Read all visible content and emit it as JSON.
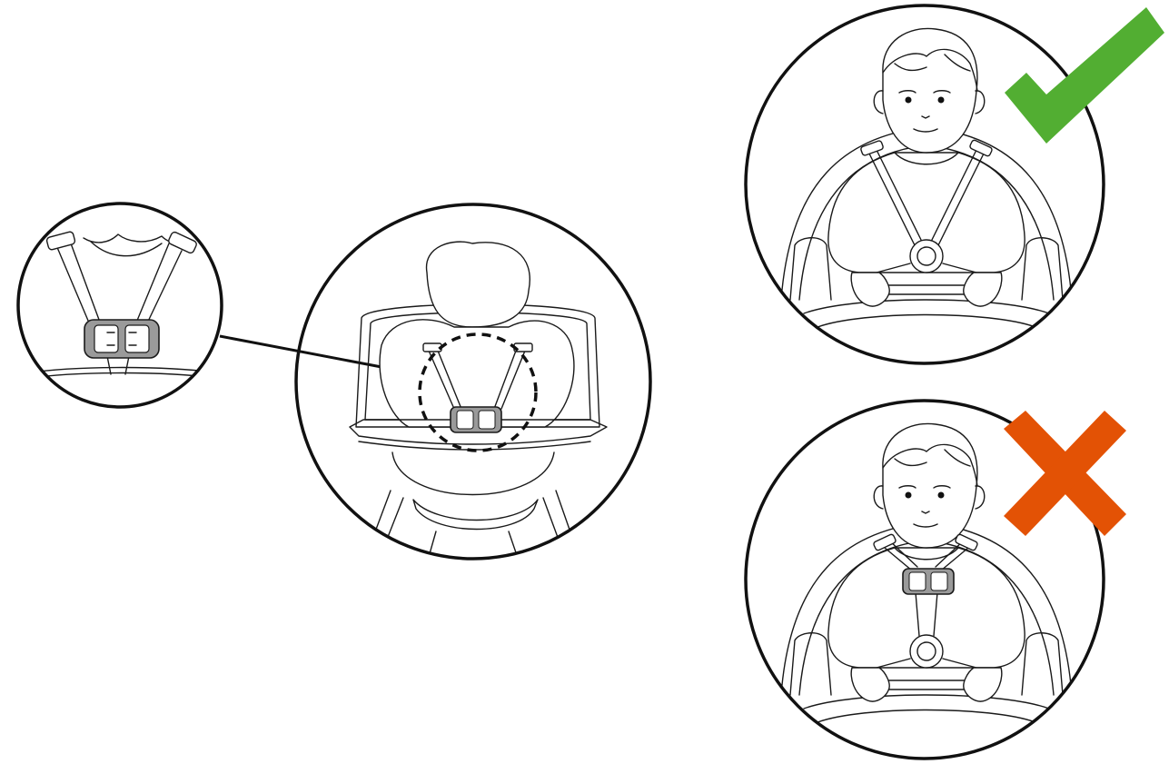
{
  "diagram": {
    "panels": [
      {
        "id": "detail",
        "content": "chest-clip-detail"
      },
      {
        "id": "overview",
        "content": "child-in-high-chair-rear-view"
      },
      {
        "id": "correct",
        "content": "chest-clip-low-position",
        "status": "correct"
      },
      {
        "id": "incorrect",
        "content": "chest-clip-high-position",
        "status": "incorrect"
      }
    ],
    "colors": {
      "correct": "#52ae32",
      "incorrect": "#e35205",
      "outline": "#111111",
      "clip": "#9a9a9a"
    },
    "icons": {
      "correct": "check-mark-icon",
      "incorrect": "cross-mark-icon"
    }
  }
}
